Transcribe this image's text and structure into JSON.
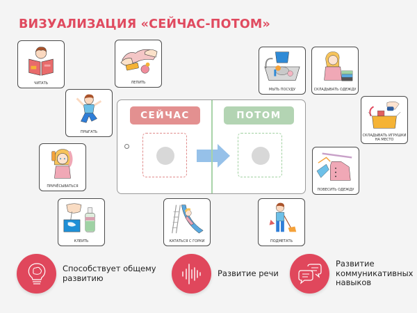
{
  "title": "ВИЗУАЛИЗАЦИЯ «СЕЙЧАС-ПОТОМ»",
  "colors": {
    "accent": "#e04a5f",
    "now": "#e39090",
    "later": "#b3d4b3",
    "arrow": "#96c1e9",
    "benefit_circle": "#e0475c"
  },
  "board": {
    "now_label": "СЕЙЧАС",
    "later_label": "ПОТОМ",
    "arrow_icon": "right-arrow-icon"
  },
  "cards": [
    {
      "id": "read",
      "caption": "ЧИТАТЬ"
    },
    {
      "id": "sculpt",
      "caption": "ЛЕПИТЬ"
    },
    {
      "id": "jump",
      "caption": "ПРЫГАТЬ"
    },
    {
      "id": "comb",
      "caption": "ПРИЧЁСЫВАТЬСЯ"
    },
    {
      "id": "glue",
      "caption": "КЛЕИТЬ"
    },
    {
      "id": "slide",
      "caption": "КАТАТЬСЯ С ГОРКИ"
    },
    {
      "id": "dishes",
      "caption": "МЫТЬ ПОСУДУ"
    },
    {
      "id": "fold",
      "caption": "СКЛАДЫВАТЬ ОДЕЖДУ"
    },
    {
      "id": "toys",
      "caption": "СКЛАДЫВАТЬ ИГРУШКИ НА МЕСТО"
    },
    {
      "id": "hang",
      "caption": "ПОВЕСИТЬ ОДЕЖДУ"
    },
    {
      "id": "sweep",
      "caption": "ПОДМЕТАТЬ"
    }
  ],
  "benefits": [
    {
      "icon": "lightbulb-brain-icon",
      "lines": [
        "Способствует общему",
        "развитию"
      ]
    },
    {
      "icon": "soundwave-icon",
      "lines": [
        "Развитие речи"
      ]
    },
    {
      "icon": "chat-bubbles-icon",
      "lines": [
        "Развитие",
        "коммуникативных",
        "навыков"
      ]
    }
  ]
}
